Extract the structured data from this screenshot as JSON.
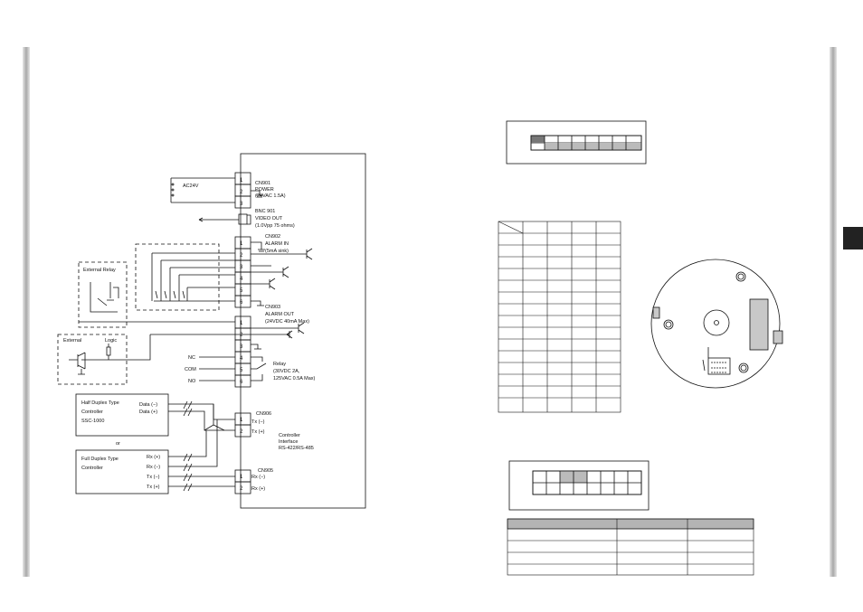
{
  "diagram": {
    "cn901": {
      "title": "CN901",
      "line1": "POWER",
      "line2": "(24VAC 1.5A)",
      "ac": "AC24V",
      "pins": [
        "1",
        "2",
        "3"
      ]
    },
    "bnc": {
      "title": "BNC 901",
      "line1": "VIDEO OUT",
      "line2": "(1.0Vpp 75 ohms)"
    },
    "cn902": {
      "title": "CN902",
      "line1": "ALARM  IN",
      "line2": "(5mA sink)",
      "pins": [
        "1",
        "2",
        "3",
        "4",
        "5",
        "6"
      ]
    },
    "cn903": {
      "title": "CN903",
      "line1": "ALARM OUT",
      "line2": "(24VDC 40mA Max)",
      "pins": [
        "1",
        "2",
        "3",
        "4",
        "5",
        "6"
      ],
      "nc": "NC",
      "com": "COM",
      "no": "NO",
      "relay1": "Relay",
      "relay2": "(30VDC 2A,",
      "relay3": "125VAC 0.5A Max)"
    },
    "external_relay": "External  Relay",
    "external": "External",
    "logic": "Logic",
    "half_duplex": {
      "line1": "Half Duplex Type",
      "line2": "Controller",
      "line3": "SSC-1000",
      "data_neg": "Data (−)",
      "data_pos": "Data (+)"
    },
    "or": "or",
    "full_duplex": {
      "line1": "Full Duplex Type",
      "line2": "Controller",
      "rx_pos": "Rx (+)",
      "rx_neg": "Rx (−)",
      "tx_neg": "Tx (−)",
      "tx_pos": "Tx (+)"
    },
    "cn906": {
      "title": "CN906",
      "pin1": "1",
      "pin2": "2",
      "tx_neg": "Tx (−)",
      "tx_pos": "Tx (+)"
    },
    "controller_interface": {
      "line1": "Controller",
      "line2": "Interface",
      "line3": "RS-422/RS-485"
    },
    "cn905": {
      "title": "CN905",
      "pin1": "1",
      "pin2": "2",
      "rx_neg": "Rx (−)",
      "rx_pos": "Rx (+)"
    }
  },
  "colors": {
    "line": "#111111",
    "grey_fill": "#c8c8c8",
    "header_fill": "#b4b4b4",
    "tab": "#222222",
    "edge_bar": "#bdbdbd"
  }
}
